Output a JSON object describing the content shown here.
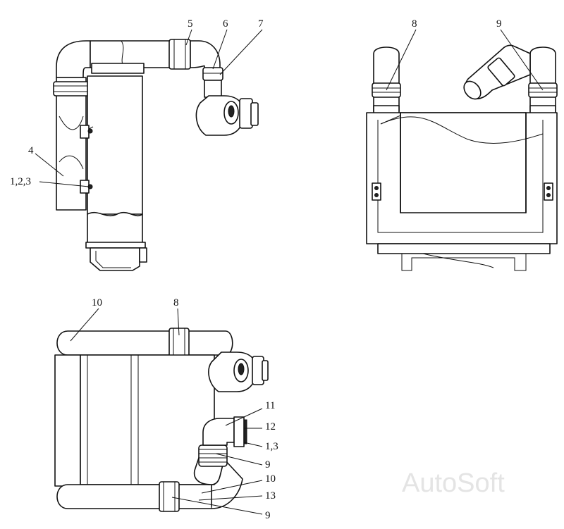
{
  "labels": {
    "l5": "5",
    "l6": "6",
    "l7": "7",
    "l4": "4",
    "l123": "1,2,3",
    "l8a": "8",
    "l9a": "9",
    "l10a": "10",
    "l8b": "8",
    "l11": "11",
    "l12": "12",
    "l13a": "1,3",
    "l9b": "9",
    "l10b": "10",
    "l13": "13",
    "l9c": "9"
  },
  "watermark": "AutoSoft"
}
